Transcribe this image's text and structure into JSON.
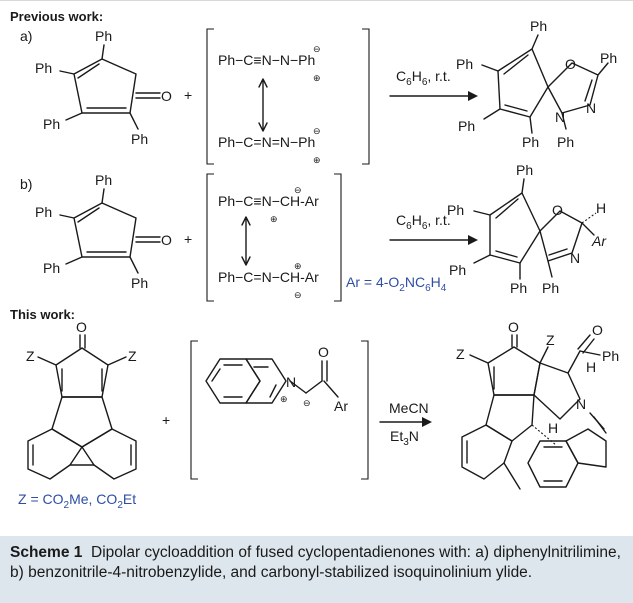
{
  "sections": {
    "previous": "Previous work:",
    "current": "This work:"
  },
  "labels": {
    "a": "a)",
    "b": "b)",
    "ph": "Ph",
    "o": "O",
    "n": "N",
    "h": "H",
    "z": "Z",
    "ar": "Ar",
    "plus": "+",
    "minus_sign": "⊖",
    "plus_sign": "⊕"
  },
  "dipoles": {
    "a_top": "Ph−C≡N−N−Ph",
    "a_bottom": "Ph−C=N=N−Ph",
    "b_top": "Ph−C≡N−CH-Ar",
    "b_bottom": "Ph−C=N−CH-Ar"
  },
  "conditions": {
    "a_solvent": "C6H6, r.t.",
    "b_solvent": "C6H6, r.t.",
    "c_solvent": "MeCN",
    "c_base": "Et3N"
  },
  "notes": {
    "ar_definition": "Ar = 4-O2NC6H4",
    "z_definition": "Z = CO2Me, CO2Et"
  },
  "caption": {
    "label": "Scheme 1",
    "text": "Dipolar cycloaddition of fused cyclopentadienones with: a) diphenylnitrilimine, b) benzonitrile-4-nitrobenzylide, and carbonyl-stabilized isoquinolinium ylide."
  },
  "colors": {
    "caption_bg": "#dde6ec",
    "note_text": "#2e4ea3"
  }
}
